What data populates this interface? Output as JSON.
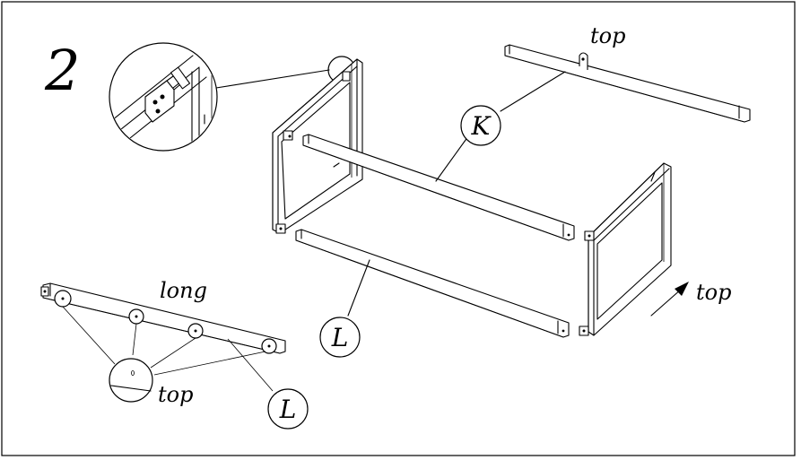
{
  "step_number": "2",
  "labels": {
    "top_rail": "top",
    "arrow_top": "top",
    "detail_top": "top",
    "long": "long"
  },
  "callouts": {
    "k": "K",
    "l_main": "L",
    "l_detail": "L"
  },
  "colors": {
    "line": "#000000",
    "background": "#ffffff"
  }
}
